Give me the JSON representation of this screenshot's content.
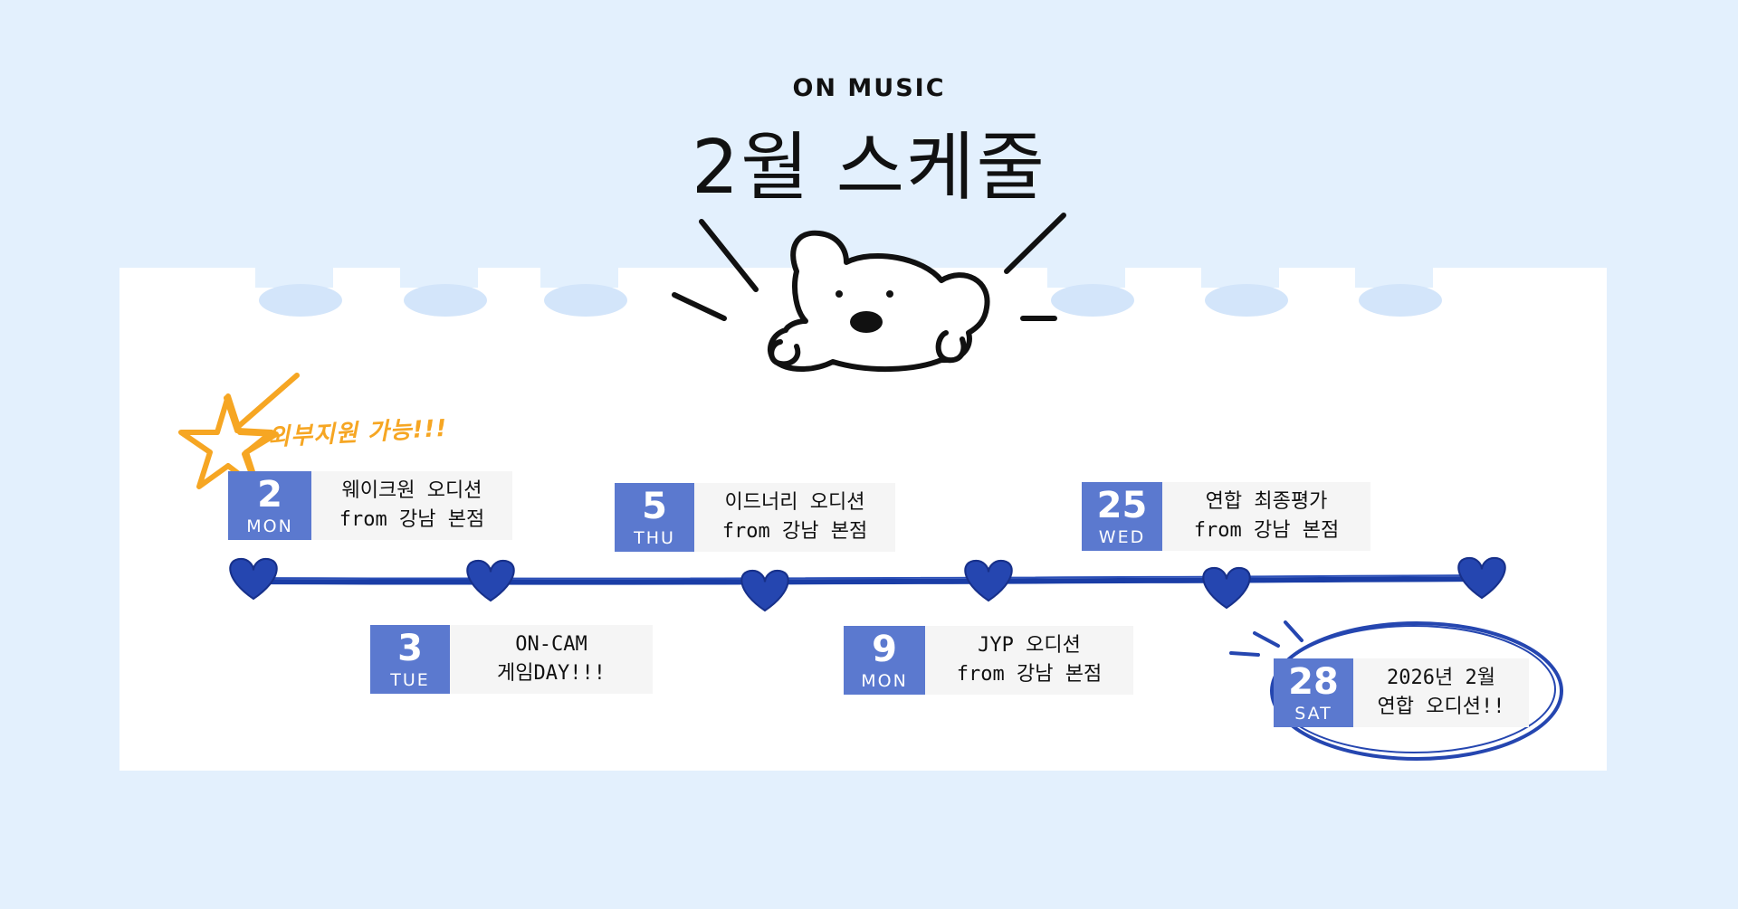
{
  "header": {
    "brand": "ON MUSIC",
    "title": "2월 스케줄"
  },
  "note": "외부지원 가능!!!",
  "colors": {
    "background": "#e3f0fd",
    "date_box": "#5b79cf",
    "timeline": "#1a3da6",
    "star": "#f6a623"
  },
  "icons": [
    "bear-illustration",
    "star-doodle",
    "heart-icon",
    "circle-highlight"
  ],
  "events": [
    {
      "day": "2",
      "weekday": "MON",
      "line1": "웨이크원 오디션",
      "line2": "from 강남 본점"
    },
    {
      "day": "3",
      "weekday": "TUE",
      "line1": "ON-CAM",
      "line2": "게임DAY!!!"
    },
    {
      "day": "5",
      "weekday": "THU",
      "line1": "이드너리 오디션",
      "line2": "from 강남 본점"
    },
    {
      "day": "9",
      "weekday": "MON",
      "line1": "JYP 오디션",
      "line2": "from 강남 본점"
    },
    {
      "day": "25",
      "weekday": "WED",
      "line1": "연합 최종평가",
      "line2": "from 강남 본점"
    },
    {
      "day": "28",
      "weekday": "SAT",
      "line1": "2026년 2월",
      "line2": "연합 오디션!!"
    }
  ]
}
